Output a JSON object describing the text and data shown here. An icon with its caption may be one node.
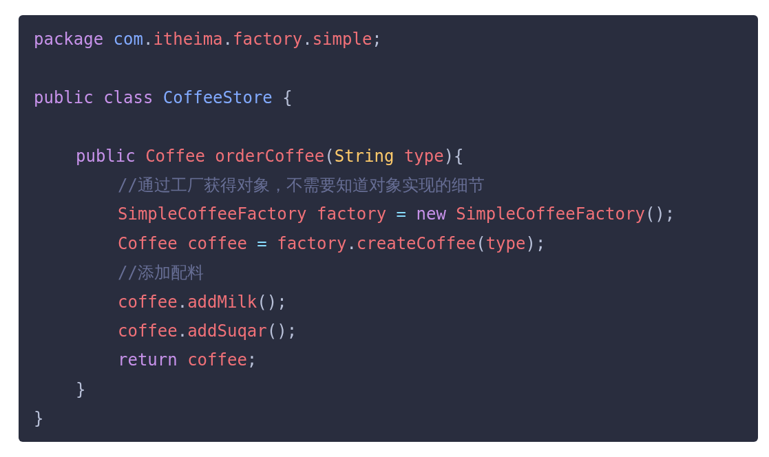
{
  "diagram": {
    "nodes": [
      {
        "text": [
          "package com.itheima.factory.simple;",
          "public class CoffeeStore {",
          "public Coffee orderCoffee(String type){",
          "//通过工厂获得对象，不需要知道对象实现的细节",
          "SimpleCoffeeFactory factory = new SimpleCoffeeFactory();",
          "Coffee coffee = factory.createCoffee(type);",
          "//添加配料",
          "coffee.addMilk();",
          "coffee.addSuqar();",
          "return coffee;",
          "}",
          "}"
        ]
      }
    ]
  }
}
